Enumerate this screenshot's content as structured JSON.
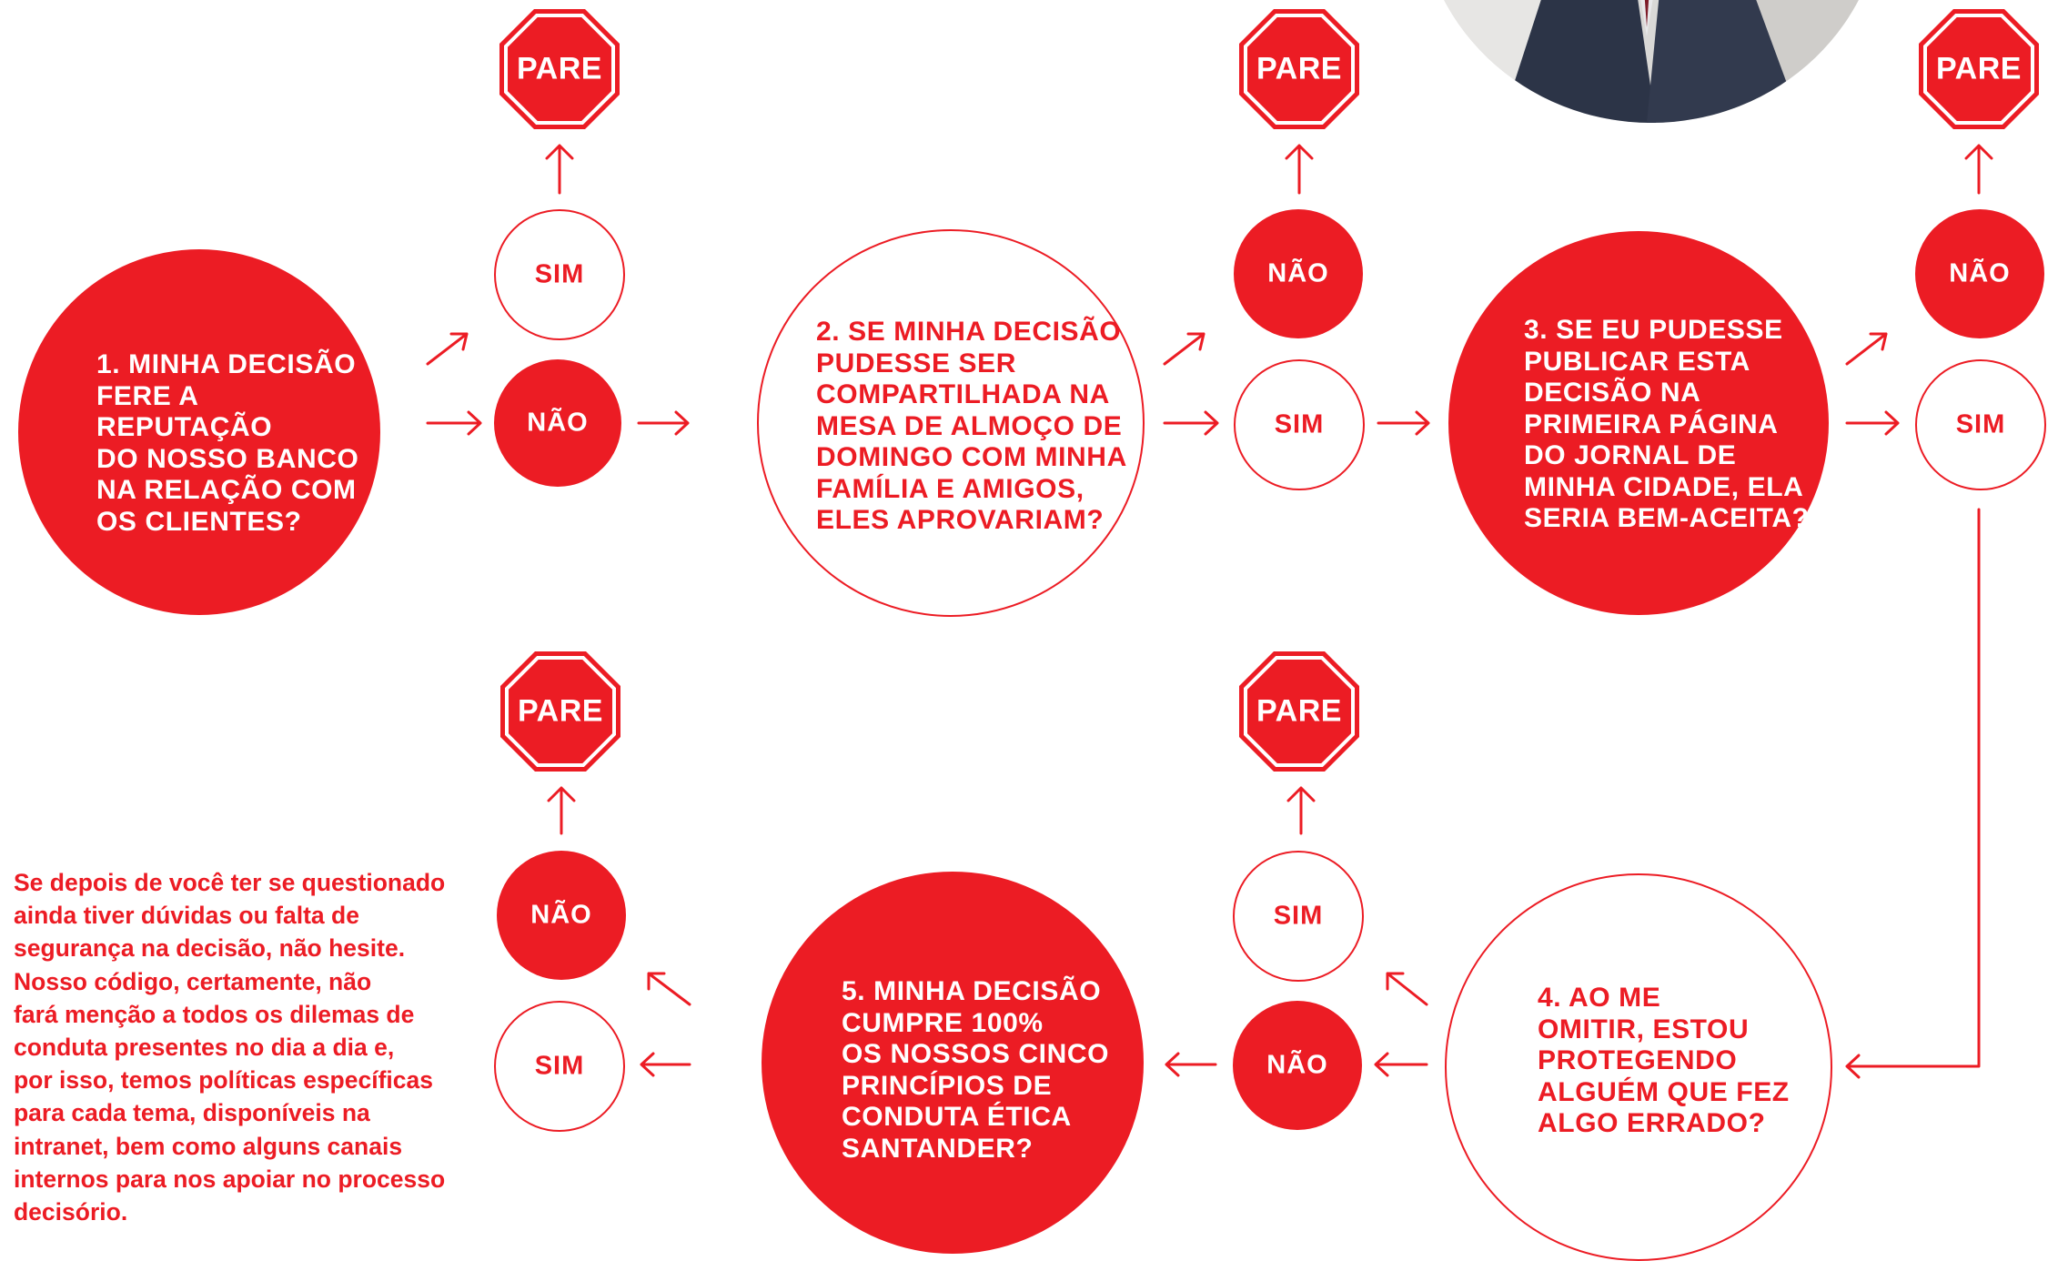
{
  "colors": {
    "accent": "#ec1c24",
    "background": "#ffffff"
  },
  "stop_label": "PARE",
  "answers": {
    "yes": "SIM",
    "no": "NÃO"
  },
  "questions": [
    {
      "id": 1,
      "text": "1. MINHA DECISÃO\nFERE A REPUTAÇÃO\nDO NOSSO BANCO\nNA RELAÇÃO COM\nOS CLIENTES?"
    },
    {
      "id": 2,
      "text": "2. SE MINHA DECISÃO\nPUDESSE SER\nCOMPARTILHADA NA\nMESA DE ALMOÇO DE\nDOMINGO COM MINHA\nFAMÍLIA E AMIGOS,\nELES APROVARIAM?"
    },
    {
      "id": 3,
      "text": "3. SE EU PUDESSE\nPUBLICAR ESTA\nDECISÃO NA\nPRIMEIRA PÁGINA\nDO JORNAL DE\nMINHA CIDADE, ELA\nSERIA BEM-ACEITA?"
    },
    {
      "id": 4,
      "text": "4. AO ME\nOMITIR, ESTOU\nPROTEGENDO\nALGUÉM QUE FEZ\nALGO ERRADO?"
    },
    {
      "id": 5,
      "text": "5. MINHA DECISÃO\nCUMPRE 100%\nOS NOSSOS CINCO\nPRINCÍPIOS DE\nCONDUTA ÉTICA\nSANTANDER?"
    }
  ],
  "note": "Se depois de você ter se questionado\nainda tiver dúvidas ou falta de\nsegurança na decisão, não hesite.\nNosso código, certamente, não\nfará menção a todos os dilemas de\nconduta presentes no dia a dia e,\npor isso, temos políticas específicas\npara cada tema, disponíveis na\nintranet, bem como alguns canais\ninternos para nos apoiar no processo\ndecisório."
}
